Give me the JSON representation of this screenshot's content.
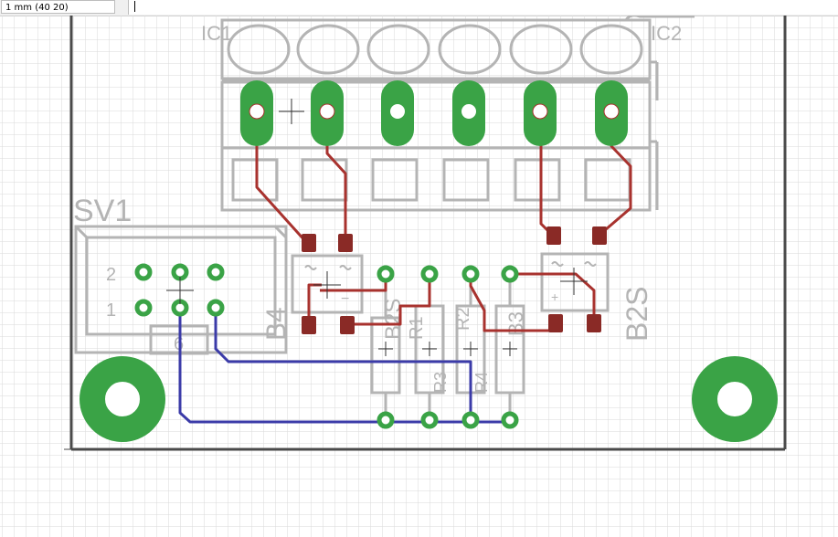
{
  "toolbar": {
    "coordinate_readout": "1 mm (40 20)",
    "command_value": ""
  },
  "colors": {
    "grid": "#d9d9d9",
    "board_outline": "#4a4a4a",
    "silkscreen": "#b4b4b4",
    "pad": "#3aa346",
    "top_trace": "#a8322e",
    "bottom_trace": "#3b3ba8",
    "smd_pad": "#8a2a26"
  },
  "labels": {
    "ic1": "IC1",
    "ic2": "IC2",
    "sv1": "SV1",
    "sv1_pin2": "2",
    "sv1_pin1": "1",
    "sv1_pin6": "6",
    "b4": "B4",
    "b2s": "B2S",
    "b2s_rot": "B2S",
    "r1": "R1",
    "r2": "R2",
    "r3": "R3",
    "r4": "R4",
    "b3": "B3",
    "b4_minus": "−",
    "b2s_plus": "+"
  }
}
